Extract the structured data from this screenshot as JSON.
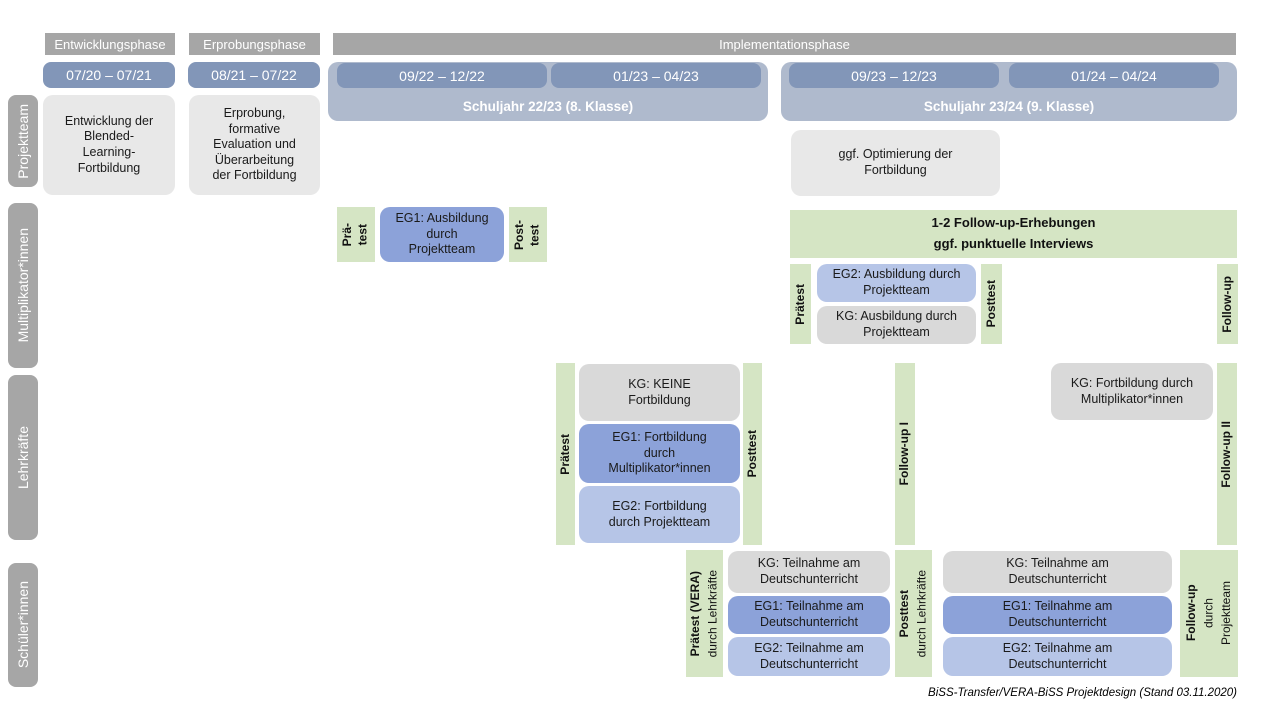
{
  "colors": {
    "phase_gray": "#A6A6A6",
    "period_blue": "#8296B8",
    "year_band_blue": "#AFBACD",
    "project_box_gray": "#E8E8E8",
    "kg_gray": "#D9D9D9",
    "eg1_blue": "#8CA2D9",
    "eg2_blue": "#B6C5E7",
    "test_green": "#D5E5C4"
  },
  "phases": [
    {
      "label": "Entwicklungsphase"
    },
    {
      "label": "Erprobungsphase"
    },
    {
      "label": "Implementationsphase"
    }
  ],
  "periods": [
    {
      "label": "07/20 – 07/21"
    },
    {
      "label": "08/21 – 07/22"
    },
    {
      "label": "09/22 – 12/22"
    },
    {
      "label": "01/23 – 04/23"
    },
    {
      "label": "09/23 – 12/23"
    },
    {
      "label": "01/24 – 04/24"
    }
  ],
  "school_years": [
    {
      "label": "Schuljahr 22/23 (8. Klasse)"
    },
    {
      "label": "Schuljahr 23/24 (9. Klasse)"
    }
  ],
  "row_labels": [
    {
      "label": "Projektteam"
    },
    {
      "label": "Multiplikator*innen"
    },
    {
      "label": "Lehrkräfte"
    },
    {
      "label": "Schüler*innen"
    }
  ],
  "projektteam": {
    "entwicklung": "Entwicklung der\nBlended-\nLearning-\nFortbildung",
    "erprobung": "Erprobung,\nformative\nEvaluation und\nÜberarbeitung\nder Fortbildung",
    "optimierung": "ggf. Optimierung der\nFortbildung"
  },
  "multiplikatoren": {
    "praetest_1": "Prä-\ntest",
    "eg1": "EG1: Ausbildung\ndurch\nProjektteam",
    "posttest_1": "Post-\ntest",
    "followup_banner": "1-2 Follow-up-Erhebungen\nggf. punktuelle Interviews",
    "praetest_2": "Prätest",
    "eg2": "EG2: Ausbildung durch\nProjektteam",
    "kg": "KG: Ausbildung durch\nProjektteam",
    "posttest_2": "Posttest",
    "followup": "Follow-up"
  },
  "lehrkraefte": {
    "praetest": "Prätest",
    "kg_links": "KG: KEINE\nFortbildung",
    "eg1": "EG1: Fortbildung\ndurch\nMultiplikator*innen",
    "eg2": "EG2: Fortbildung\ndurch Projektteam",
    "posttest": "Posttest",
    "followup_1": "Follow-up I",
    "kg_rechts": "KG: Fortbildung durch\nMultiplikator*innen",
    "followup_2": "Follow-up II"
  },
  "schueler": {
    "praetest_bold": "Prätest (VERA)",
    "praetest_sub": "durch Lehrkräfte",
    "kg_links": "KG: Teilnahme am\nDeutschunterricht",
    "eg1_links": "EG1: Teilnahme am\nDeutschunterricht",
    "eg2_links": "EG2: Teilnahme am\nDeutschunterricht",
    "posttest_bold": "Posttest",
    "posttest_sub": "durch Lehrkräfte",
    "kg_rechts": "KG: Teilnahme am\nDeutschunterricht",
    "eg1_rechts": "EG1: Teilnahme am\nDeutschunterricht",
    "eg2_rechts": "EG2: Teilnahme am\nDeutschunterricht",
    "followup_bold": "Follow-up",
    "followup_sub1": "durch",
    "followup_sub2": "Projektteam"
  },
  "footer": {
    "caption": "BiSS-Transfer/VERA-BiSS Projektdesign (Stand 03.11.2020)"
  }
}
